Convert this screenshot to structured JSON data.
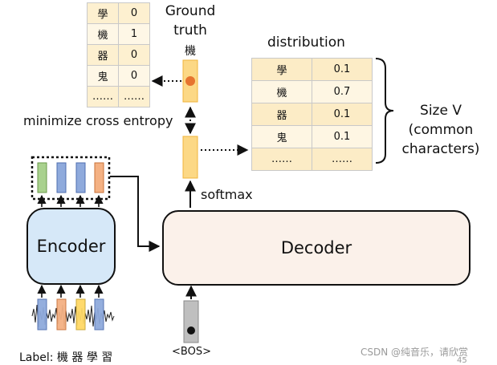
{
  "onehot_table": {
    "rows": [
      {
        "char": "學",
        "value": "0"
      },
      {
        "char": "機",
        "value": "1"
      },
      {
        "char": "器",
        "value": "0"
      },
      {
        "char": "鬼",
        "value": "0"
      },
      {
        "char": "……",
        "value": "……"
      }
    ]
  },
  "ground_truth": {
    "label": "Ground\ntruth",
    "char": "機"
  },
  "distribution": {
    "title": "distribution",
    "rows": [
      {
        "char": "學",
        "value": "0.1"
      },
      {
        "char": "機",
        "value": "0.7"
      },
      {
        "char": "器",
        "value": "0.1"
      },
      {
        "char": "鬼",
        "value": "0.1"
      },
      {
        "char": "……",
        "value": "……"
      }
    ]
  },
  "size_label": "Size V\n(common\ncharacters)",
  "loss_label": "minimize cross entropy",
  "softmax_label": "softmax",
  "encoder_label": "Encoder",
  "decoder_label": "Decoder",
  "bos_label": "<BOS>",
  "label_line": "Label: 機 器 學 習",
  "credit": "CSDN @纯音乐，请欣赏",
  "page_number": "45",
  "colors": {
    "orange_vec": "#fcd885",
    "orange_border": "#f0b43c",
    "decoder_fill": "#fbf1ea",
    "encoder_fill": "#d6e8f8",
    "green_vec": "#a9d18e",
    "blue_vec": "#8faadc",
    "salmon_vec": "#f4b183",
    "yellow_vec": "#ffd966",
    "dot_color": "#e6742f"
  }
}
